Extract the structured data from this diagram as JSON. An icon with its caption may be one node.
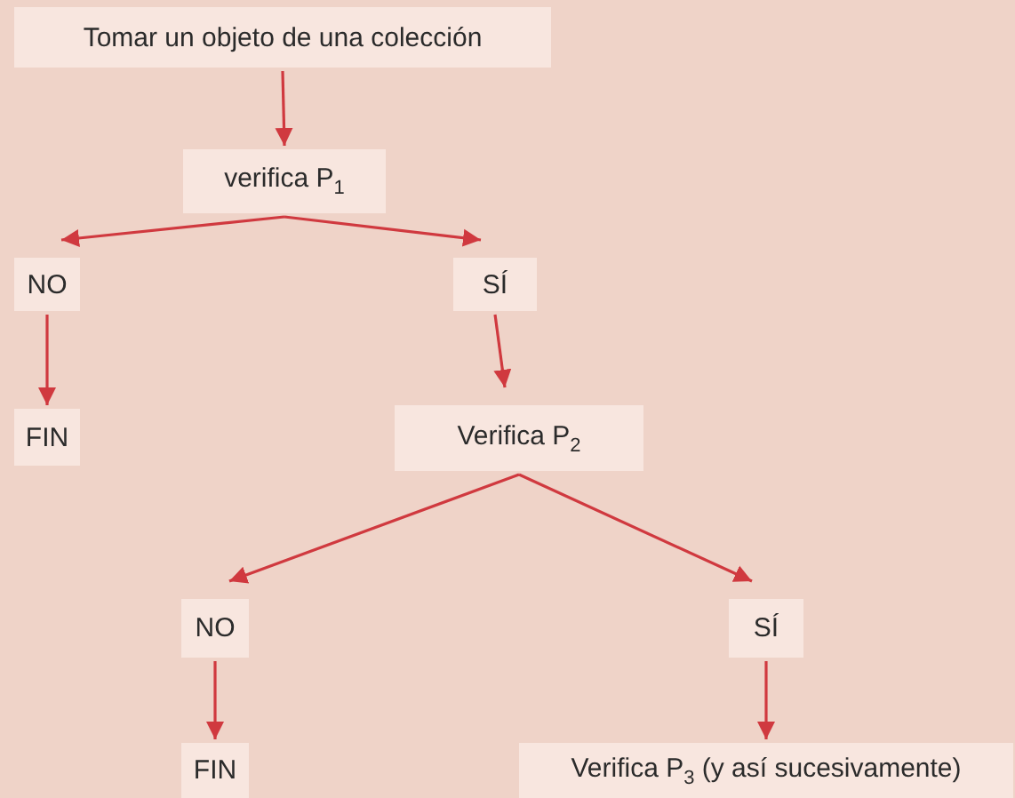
{
  "diagram": {
    "nodes": [
      {
        "text": [
          "Tomar un objeto de una colección"
        ]
      },
      {
        "text": [
          "verifica P$_{1}$"
        ]
      },
      {
        "text": [
          "NO"
        ]
      },
      {
        "text": [
          "SÍ"
        ]
      },
      {
        "text": [
          "FIN"
        ]
      },
      {
        "text": [
          "Verifica P$_{2}$"
        ]
      },
      {
        "text": [
          "NO"
        ]
      },
      {
        "text": [
          "SÍ"
        ]
      },
      {
        "text": [
          "FIN"
        ]
      },
      {
        "text": [
          "Verifica P$_{3}$ (y así sucesivamente)"
        ]
      }
    ],
    "edges": [
      {
        "from": 0,
        "to": 1,
        "arrow": "to"
      },
      {
        "from": 1,
        "to": 2,
        "arrow": "to"
      },
      {
        "from": 1,
        "to": 3,
        "arrow": "to"
      },
      {
        "from": 2,
        "to": 4,
        "arrow": "to"
      },
      {
        "from": 3,
        "to": 5,
        "arrow": "to"
      },
      {
        "from": 5,
        "to": 6,
        "arrow": "to"
      },
      {
        "from": 5,
        "to": 7,
        "arrow": "to"
      },
      {
        "from": 6,
        "to": 8,
        "arrow": "to"
      },
      {
        "from": 7,
        "to": 9,
        "arrow": "to"
      }
    ]
  }
}
